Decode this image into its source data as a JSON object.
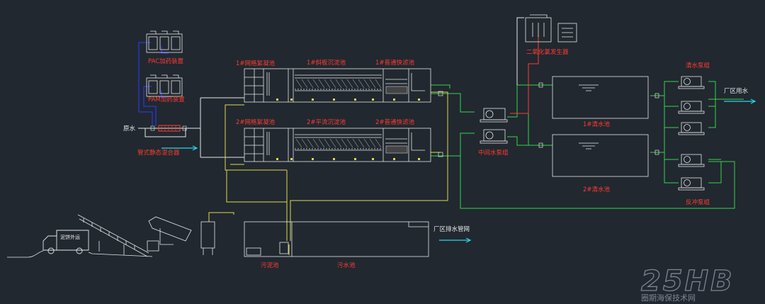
{
  "labels": {
    "pac_dosing": "PAC加药装置",
    "pam_dosing": "PAM加药装置",
    "raw_water": "原水",
    "static_mixer": "管式静态混合器",
    "grid_floc_1": "1#网格絮凝池",
    "incl_plate_sed_1": "1#斜板沉淀池",
    "sand_filter_1": "1#普通快滤池",
    "grid_floc_2": "2#网格絮凝池",
    "flow_sed_2": "2#平流沉淀池",
    "sand_filter_2": "2#普通快滤池",
    "mid_pump_group": "中间水泵组",
    "chlorine_dioxide_gen": "二氧化氯发生器",
    "clear_tank_1": "1#清水池",
    "clear_tank_2": "2#清水池",
    "clear_pump_group": "清水泵组",
    "plant_water": "厂区用水",
    "backwash_pump_group": "反冲泵组",
    "sludge_tank": "污泥池",
    "sewage_tank": "污水池",
    "drain_network": "厂区排水管网",
    "truck_text": "泥饼外运"
  },
  "watermark": {
    "main": "25HB",
    "sub": "圈期海保技术网"
  },
  "colors": {
    "background": "#212830",
    "equipment": "#e6e6e6",
    "label": "#ff3b30",
    "pipe_main": "#e6e6e6",
    "pipe_green": "#37d24a",
    "pipe_yellow": "#e0d94a",
    "pipe_blue": "#2b3bff",
    "arrow_cyan": "#28d7e6"
  }
}
